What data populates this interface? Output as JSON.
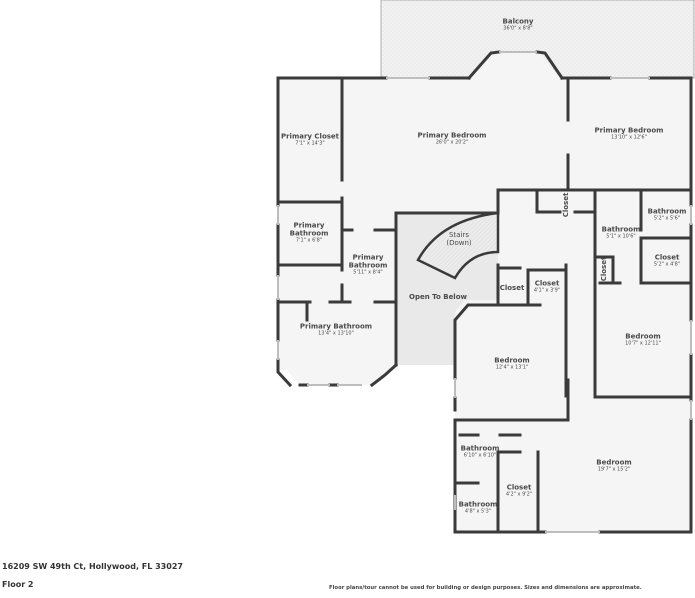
{
  "floor_plan": {
    "address": "16209 SW 49th Ct, Hollywood, FL 33027",
    "floor": "Floor 2",
    "disclaimer": "Floor plans/tour cannot be used for building or design purposes. Sizes and dimensions are approximate.",
    "colors": {
      "wall": "#3a3a3a",
      "floor": "#f5f5f5",
      "open_area": "#e9e9e9",
      "balcony": "#eeeeee",
      "text": "#4a4a4a"
    },
    "rooms": [
      {
        "name": "Balcony",
        "dims": "36'0\" x 8'8\""
      },
      {
        "name": "Primary Closet",
        "dims": "7'1\" x 14'3\""
      },
      {
        "name": "Primary Bedroom",
        "dims": "26'0\" x 20'2\""
      },
      {
        "name": "Primary Bedroom",
        "dims": "13'10\" x 12'6\""
      },
      {
        "name": "Primary Bathroom",
        "dims": "7'1\" x 6'8\""
      },
      {
        "name": "Primary Bathroom",
        "dims": "5'11\" x 8'4\""
      },
      {
        "name": "Stairs (Down)",
        "dims": ""
      },
      {
        "name": "Open To Below",
        "dims": ""
      },
      {
        "name": "Primary Bathroom",
        "dims": "13'4\" x 13'10\""
      },
      {
        "name": "Closet",
        "dims": ""
      },
      {
        "name": "Bathroom",
        "dims": "5'1\" x 10'6\""
      },
      {
        "name": "Bathroom",
        "dims": "5'2\" x 5'6\""
      },
      {
        "name": "Closet",
        "dims": "5'2\" x 4'8\""
      },
      {
        "name": "Closet",
        "dims": ""
      },
      {
        "name": "Closet",
        "dims": ""
      },
      {
        "name": "Closet",
        "dims": "4'1\" x 3'9\""
      },
      {
        "name": "Bedroom",
        "dims": "12'4\" x 13'1\""
      },
      {
        "name": "Bedroom",
        "dims": "10'7\" x 12'11\""
      },
      {
        "name": "Bathroom",
        "dims": "6'10\" x 6'10\""
      },
      {
        "name": "Closet",
        "dims": "4'2\" x 9'2\""
      },
      {
        "name": "Bathroom",
        "dims": "4'8\" x 5'3\""
      },
      {
        "name": "Bedroom",
        "dims": "19'7\" x 15'2\""
      }
    ]
  }
}
